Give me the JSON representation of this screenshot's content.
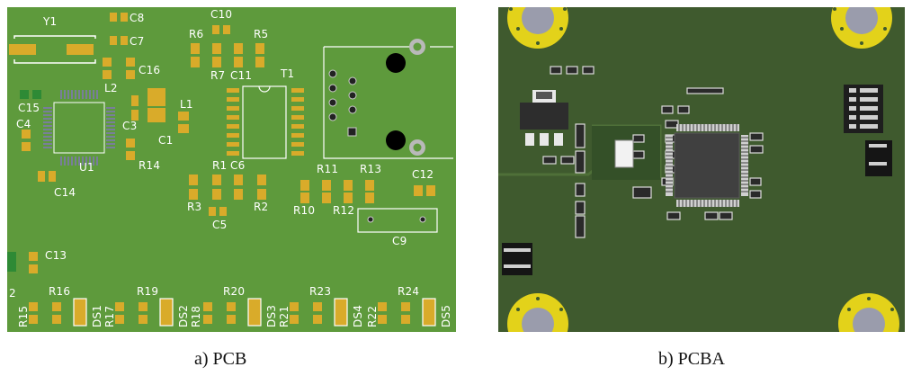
{
  "captions": {
    "pcb": "a) PCB",
    "pcba": "b) PCBA"
  },
  "colors": {
    "pcb_board": "#5e9a3c",
    "pcba_board": "#3f5a2e",
    "pad": "#d9ab2a",
    "silkscreen": "#ffffff",
    "ic_body": "#3a3a3a",
    "mounting_ring": "#e3d21a"
  },
  "pcb_designators": {
    "Y1": "Y1",
    "C8": "C8",
    "C10": "C10",
    "C7": "C7",
    "R6": "R6",
    "R5": "R5",
    "C16": "C16",
    "L2": "L2",
    "R7": "R7",
    "C11": "C11",
    "T1": "T1",
    "C15": "C15",
    "C4": "C4",
    "C3": "C3",
    "L1": "L1",
    "C1": "C1",
    "U1": "U1",
    "R14": "R14",
    "C14": "C14",
    "R1": "R1",
    "C6": "C6",
    "R11": "R11",
    "R13": "R13",
    "C12": "C12",
    "R3": "R3",
    "R2": "R2",
    "R10": "R10",
    "R12": "R12",
    "C5": "C5",
    "C9": "C9",
    "C13": "C13",
    "D2": "2",
    "R16": "R16",
    "R19": "R19",
    "R20": "R20",
    "R23": "R23",
    "R24": "R24",
    "R15": "R15",
    "DS1": "DS1",
    "R17": "R17",
    "DS2": "DS2",
    "R18": "R18",
    "DS3": "DS3",
    "R21": "R21",
    "DS4": "DS4",
    "R22": "R22",
    "DS5": "DS5"
  }
}
